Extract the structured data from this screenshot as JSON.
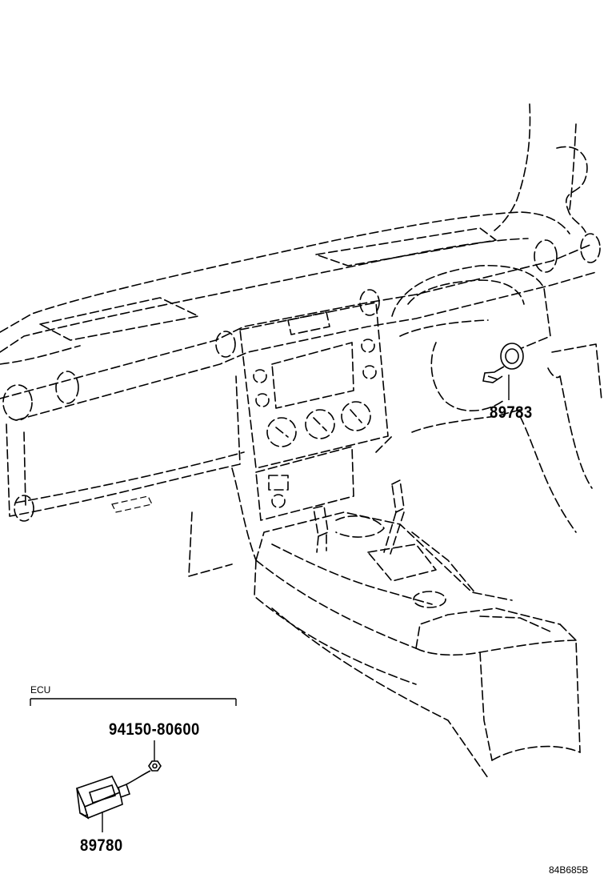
{
  "labels": {
    "group": "ECU",
    "callout_89783": "89783",
    "callout_94150": "94150-80600",
    "callout_89780": "89780",
    "ref_code": "84B685B"
  },
  "icons": [
    "ignition-switch-icon",
    "ecu-module-icon",
    "nut-icon"
  ]
}
